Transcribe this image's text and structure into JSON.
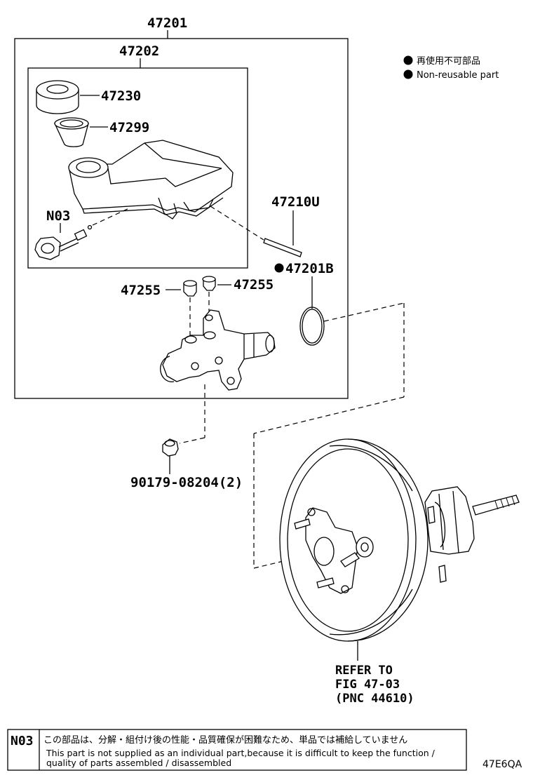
{
  "parts": {
    "assembly_47201": "47201",
    "reservoir_47202": "47202",
    "cap_47230": "47230",
    "strainer_47299": "47299",
    "connector_N03": "N03",
    "pin_47210U": "47210U",
    "oring_47201B": "47201B",
    "grommet_left_47255": "47255",
    "grommet_right_47255": "47255",
    "nut_label": "90179-08204(2)"
  },
  "booster_reference": {
    "line1": "REFER TO",
    "line2": "FIG 47-03",
    "line3": "(PNC 44610)"
  },
  "legend": {
    "jp": "再使用不可部品",
    "en": "Non-reusable part"
  },
  "note": {
    "code": "N03",
    "jp": "この部品は、分解・組付け後の性能・品質確保が困難なため、単品では補給していません",
    "en_line1": "This part is not supplied as an individual part,because it is difficult to keep the function /",
    "en_line2": "quality of parts assembled / disassembled"
  },
  "diagram_id": "47E6QA"
}
